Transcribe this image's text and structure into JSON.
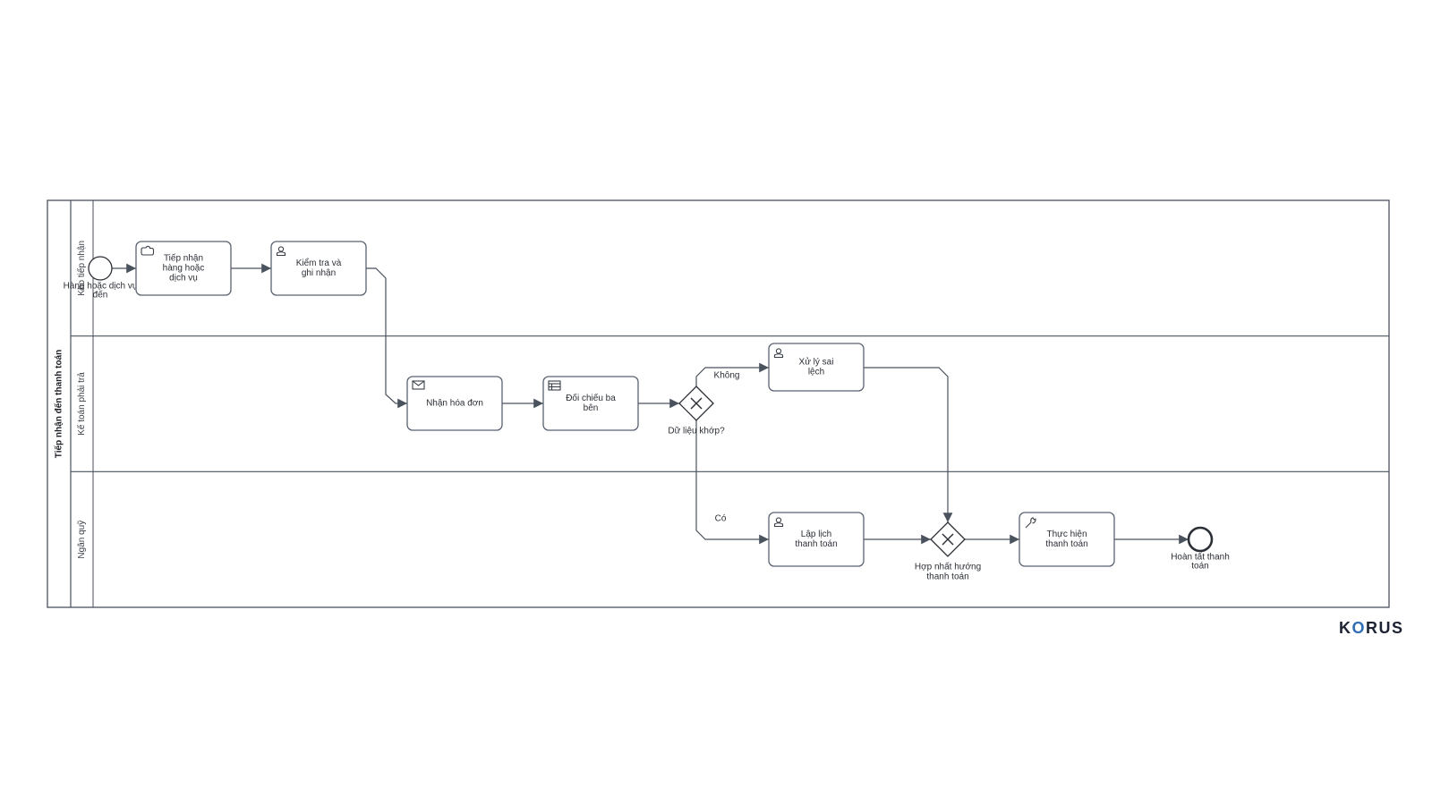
{
  "pool": {
    "title": "Tiếp nhận đến thanh toán"
  },
  "lanes": [
    {
      "id": "lane1",
      "label": "Kho tiếp nhận"
    },
    {
      "id": "lane2",
      "label": "Kế toán phải trả"
    },
    {
      "id": "lane3",
      "label": "Ngân quỹ"
    }
  ],
  "nodes": [
    {
      "id": "start",
      "kind": "start-event",
      "lines": [
        "Hàng hoặc dịch vụ",
        "đến"
      ]
    },
    {
      "id": "t1",
      "kind": "task",
      "icon": "manual-hand-icon",
      "lines": [
        "Tiếp nhận",
        "hàng hoặc",
        "dịch vụ"
      ]
    },
    {
      "id": "t2",
      "kind": "task",
      "icon": "user-icon",
      "lines": [
        "Kiểm tra và",
        "ghi nhận"
      ]
    },
    {
      "id": "t3",
      "kind": "task",
      "icon": "envelope-icon",
      "lines": [
        "Nhận hóa đơn"
      ]
    },
    {
      "id": "t4",
      "kind": "task",
      "icon": "table-icon",
      "lines": [
        "Đối chiếu ba",
        "bên"
      ]
    },
    {
      "id": "g1",
      "kind": "gateway",
      "lines": [
        "Dữ liệu khớp?"
      ]
    },
    {
      "id": "t5",
      "kind": "task",
      "icon": "user-icon",
      "lines": [
        "Xử lý sai",
        "lệch"
      ]
    },
    {
      "id": "t6",
      "kind": "task",
      "icon": "user-icon",
      "lines": [
        "Lập lịch",
        "thanh toán"
      ]
    },
    {
      "id": "g2",
      "kind": "gateway",
      "lines": [
        "Hợp nhất hướng",
        "thanh toán"
      ]
    },
    {
      "id": "t7",
      "kind": "task",
      "icon": "wrench-icon",
      "lines": [
        "Thực hiện",
        "thanh toán"
      ]
    },
    {
      "id": "end",
      "kind": "end-event",
      "lines": [
        "Hoàn tất thanh",
        "toán"
      ]
    }
  ],
  "flows": [
    {
      "id": "f1",
      "from": "start",
      "to": "t1",
      "label": ""
    },
    {
      "id": "f2",
      "from": "t1",
      "to": "t2",
      "label": ""
    },
    {
      "id": "f3",
      "from": "t2",
      "to": "t3",
      "label": ""
    },
    {
      "id": "f4",
      "from": "t3",
      "to": "t4",
      "label": ""
    },
    {
      "id": "f5",
      "from": "t4",
      "to": "g1",
      "label": ""
    },
    {
      "id": "f6",
      "from": "g1",
      "to": "t5",
      "label": "Không"
    },
    {
      "id": "f7",
      "from": "g1",
      "to": "t6",
      "label": "Có"
    },
    {
      "id": "f8",
      "from": "t5",
      "to": "g2",
      "label": ""
    },
    {
      "id": "f9",
      "from": "t6",
      "to": "g2",
      "label": ""
    },
    {
      "id": "f10",
      "from": "g2",
      "to": "t7",
      "label": ""
    },
    {
      "id": "f11",
      "from": "t7",
      "to": "end",
      "label": ""
    }
  ],
  "logo": {
    "text": "KORUS"
  }
}
